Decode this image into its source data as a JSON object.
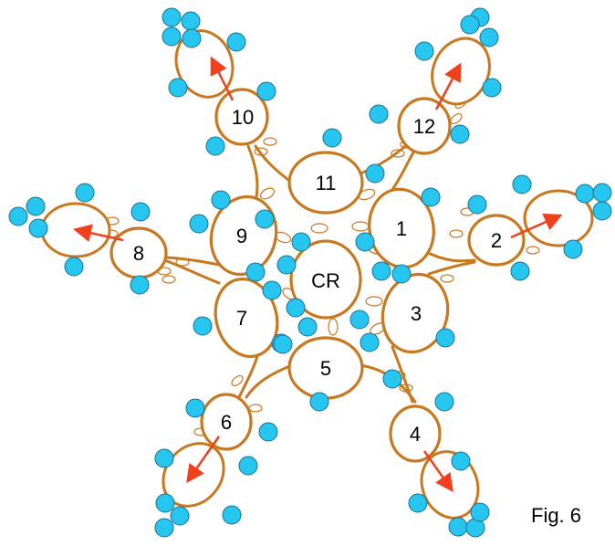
{
  "figure": {
    "label": "Fig. 6"
  },
  "colors": {
    "outline": "#c8781e",
    "satellite": "#26c6f0",
    "satellite_stroke": "#1a6f8f",
    "arrow": "#f0401e",
    "background": "#ffffff"
  },
  "nodes": [
    {
      "id": "cr",
      "label": "CR"
    },
    {
      "id": "n1",
      "label": "1"
    },
    {
      "id": "n2",
      "label": "2"
    },
    {
      "id": "n3",
      "label": "3"
    },
    {
      "id": "n4",
      "label": "4"
    },
    {
      "id": "n5",
      "label": "5"
    },
    {
      "id": "n6",
      "label": "6"
    },
    {
      "id": "n7",
      "label": "7"
    },
    {
      "id": "n8",
      "label": "8"
    },
    {
      "id": "n9",
      "label": "9"
    },
    {
      "id": "n10",
      "label": "10"
    },
    {
      "id": "n11",
      "label": "11"
    },
    {
      "id": "n12",
      "label": "12"
    }
  ]
}
